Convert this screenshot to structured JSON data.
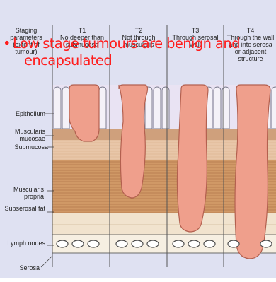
{
  "overlay": {
    "bullet": "•",
    "line1": "Low stage tumours are benign and",
    "line2": "encapsulated"
  },
  "diagram": {
    "staging_header": "Staging parameters (extent of tumour)",
    "stages": [
      {
        "title": "T1",
        "desc": "No deeper than submucosa"
      },
      {
        "title": "T2",
        "desc": "Not through muscularis"
      },
      {
        "title": "T3",
        "desc": "Through serosal wall"
      },
      {
        "title": "T4",
        "desc": "Through the wall and into serosa or adjacent structure"
      }
    ],
    "layers": {
      "epithelium": "Epithelium",
      "muscularis_mucosae": "Muscularis mucosae",
      "submucosa": "Submucosa",
      "muscularis_propria": "Muscularis propria",
      "subserosal_fat": "Subserosal fat",
      "lymph_nodes": "Lymph nodes",
      "serosa": "Serosa"
    }
  }
}
